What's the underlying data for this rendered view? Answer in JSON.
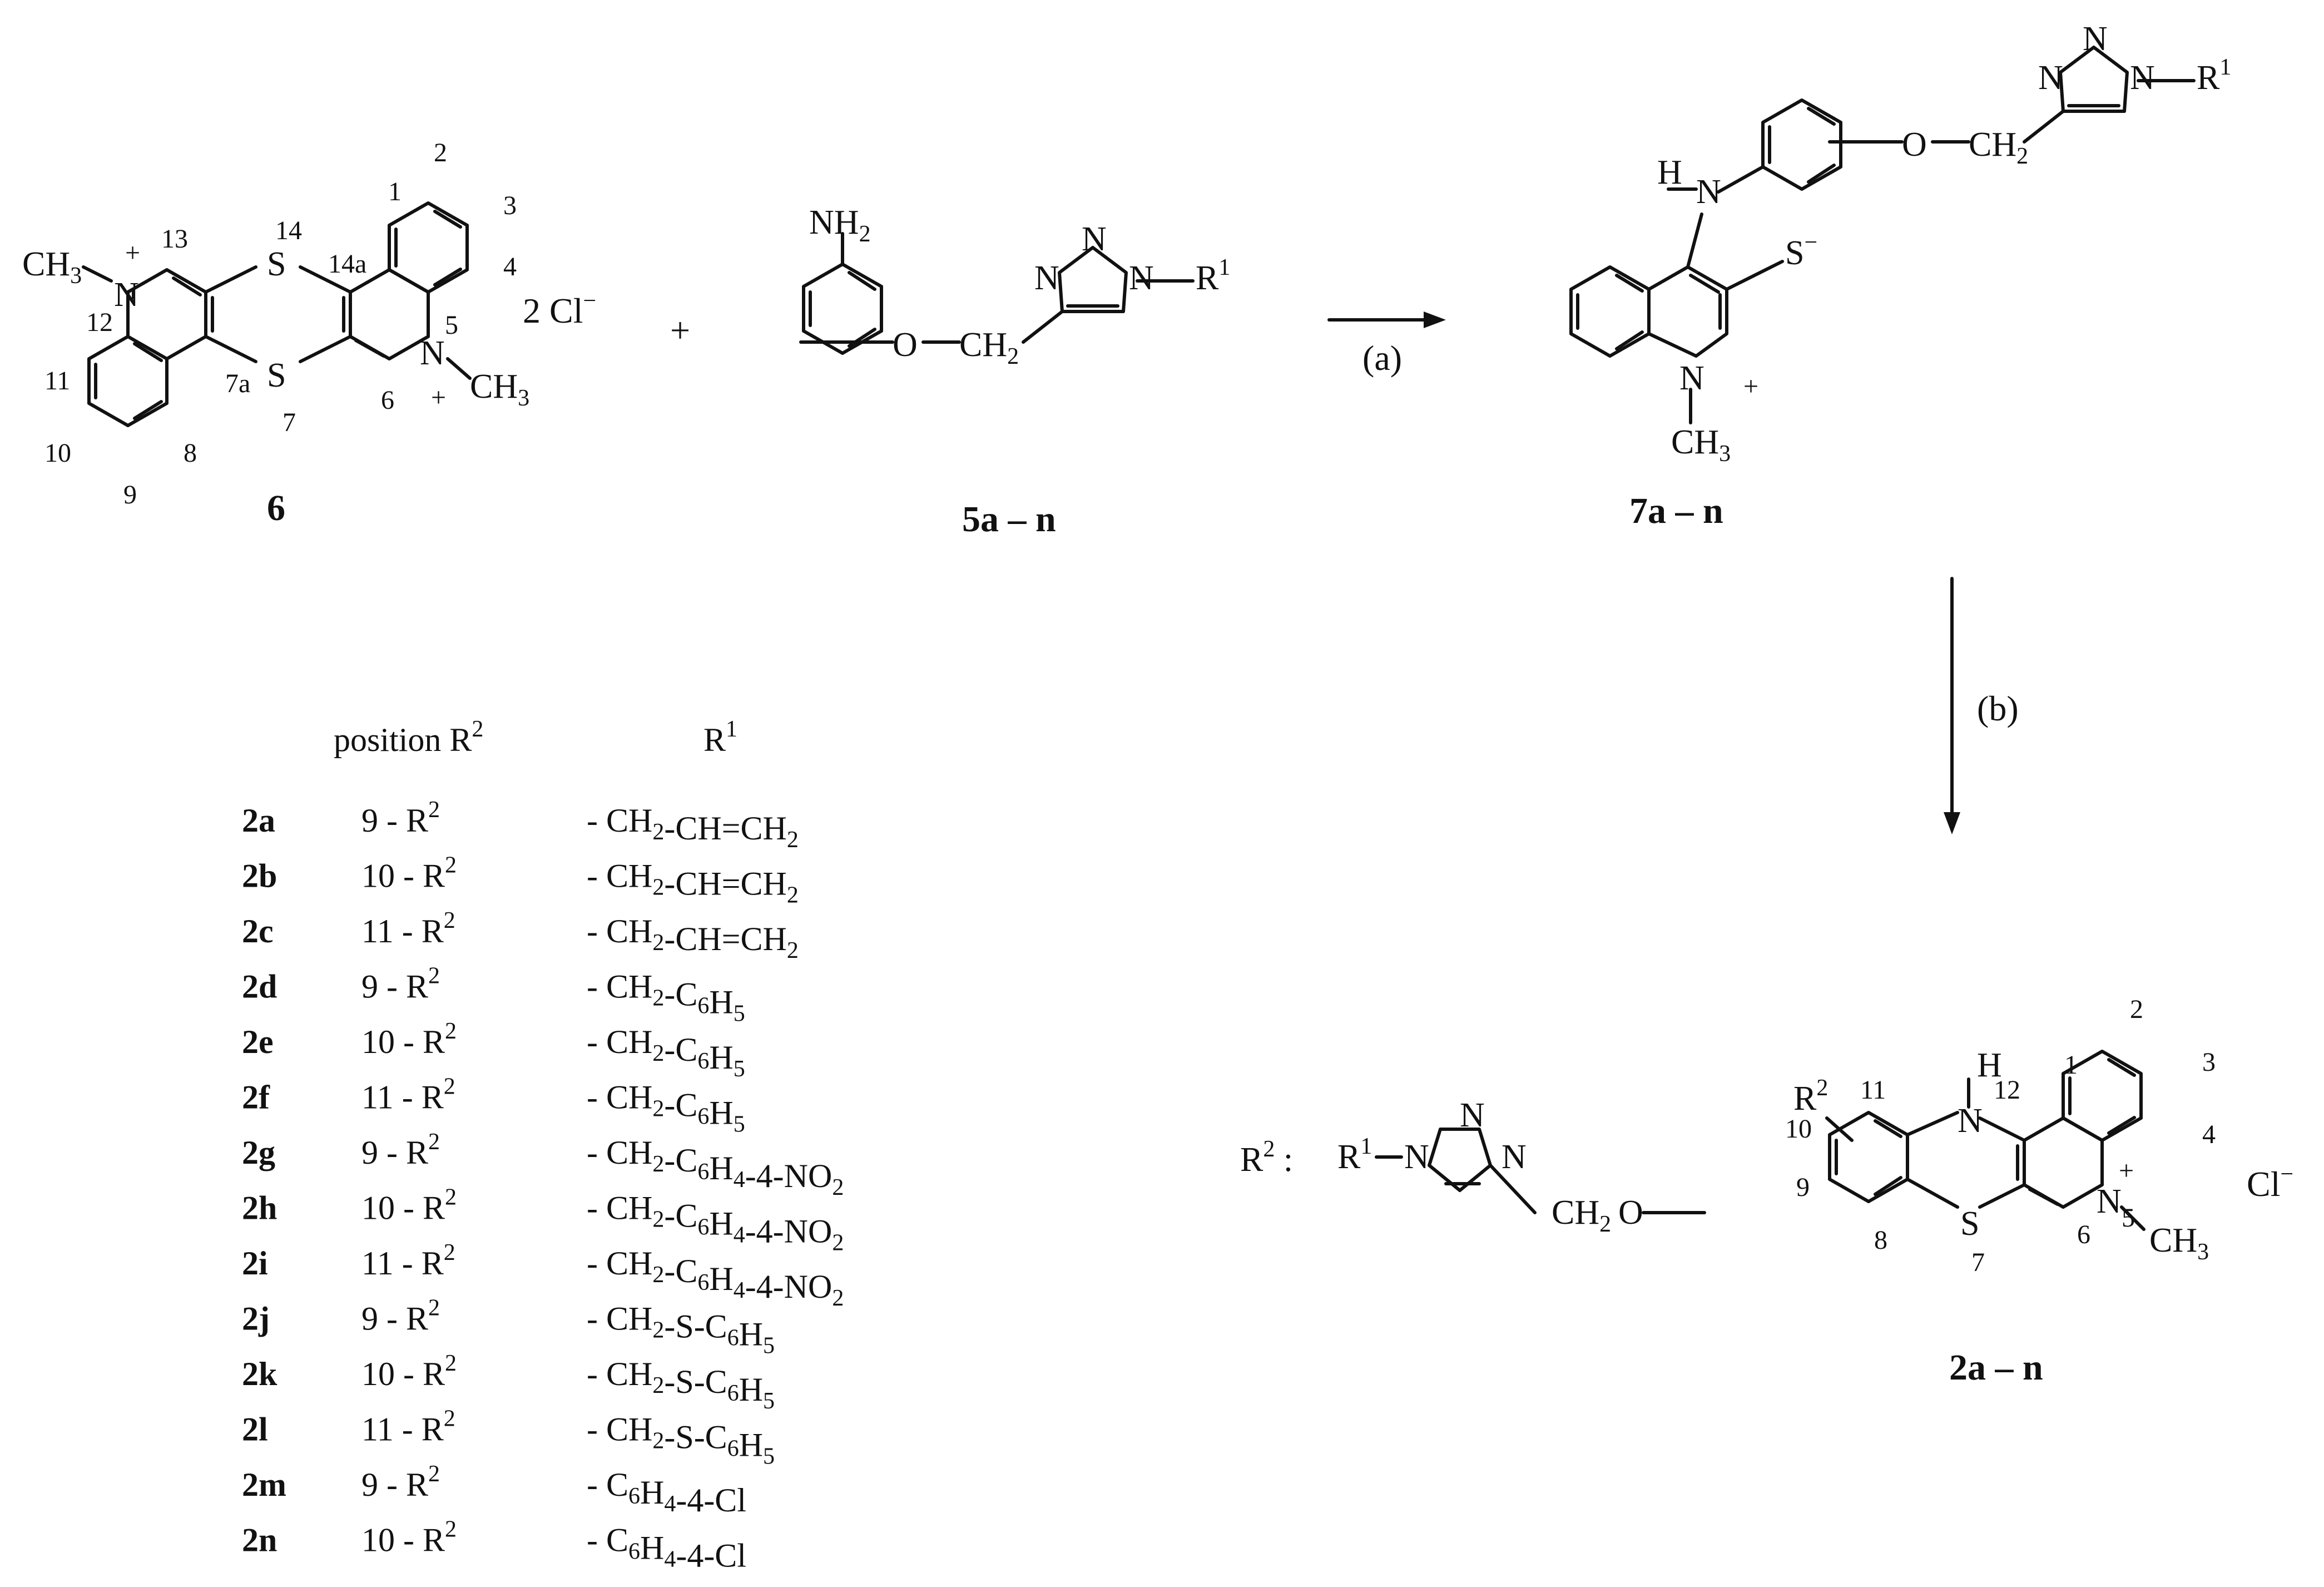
{
  "reaction": {
    "reagent_6": "6",
    "reagent_5": "5a – n",
    "intermediate": "7a – n",
    "product": "2a – n",
    "plus": "+",
    "counterion_6": "2 Cl",
    "counterion_2": "Cl",
    "step_a": "(a)",
    "step_b": "(b)"
  },
  "compound_6": {
    "atoms": [
      "CH",
      "N",
      "S",
      "S",
      "N",
      "CH"
    ],
    "locants": [
      "1",
      "2",
      "3",
      "4",
      "5",
      "6",
      "7",
      "7a",
      "8",
      "9",
      "10",
      "11",
      "12",
      "13",
      "14",
      "14a"
    ]
  },
  "compound_5": {
    "amine": "NH",
    "ether": "O",
    "ch": "CH",
    "n": "N",
    "r": "R"
  },
  "compound_7": {
    "h": "H",
    "n": "N",
    "s": "S",
    "o": "O",
    "ch": "CH",
    "r": "R"
  },
  "compound_2": {
    "h": "H",
    "n": "N",
    "s": "S",
    "ch": "CH",
    "r": "R",
    "locants": [
      "1",
      "2",
      "3",
      "4",
      "5",
      "6",
      "7",
      "8",
      "9",
      "10",
      "11",
      "12"
    ]
  },
  "r2_definition": {
    "label": "R",
    "colon": " :",
    "ch": "CH",
    "o": "O"
  },
  "table": {
    "header_position": "position R",
    "header_r1": "R",
    "rows": [
      {
        "id": "2a",
        "pos": "9 - R",
        "r1": "- CH2-CH=CH2"
      },
      {
        "id": "2b",
        "pos": "10 - R",
        "r1": "- CH2-CH=CH2"
      },
      {
        "id": "2c",
        "pos": "11 - R",
        "r1": "- CH2-CH=CH2"
      },
      {
        "id": "2d",
        "pos": "9 - R",
        "r1": "- CH2-C6H5"
      },
      {
        "id": "2e",
        "pos": "10 - R",
        "r1": "- CH2-C6H5"
      },
      {
        "id": "2f",
        "pos": "11 - R",
        "r1": "- CH2-C6H5"
      },
      {
        "id": "2g",
        "pos": "9 - R",
        "r1": "- CH2-C6H4-4-NO2"
      },
      {
        "id": "2h",
        "pos": "10 - R",
        "r1": "- CH2-C6H4-4-NO2"
      },
      {
        "id": "2i",
        "pos": "11 - R",
        "r1": "- CH2-C6H4-4-NO2"
      },
      {
        "id": "2j",
        "pos": "9 - R",
        "r1": "- CH2-S-C6H5"
      },
      {
        "id": "2k",
        "pos": "10 - R",
        "r1": "- CH2-S-C6H5"
      },
      {
        "id": "2l",
        "pos": "11 - R",
        "r1": "- CH2-S-C6H5"
      },
      {
        "id": "2m",
        "pos": "9 - R",
        "r1": "- C6H4-4-Cl"
      },
      {
        "id": "2n",
        "pos": "10 - R",
        "r1": "- C6H4-4-Cl"
      }
    ]
  }
}
